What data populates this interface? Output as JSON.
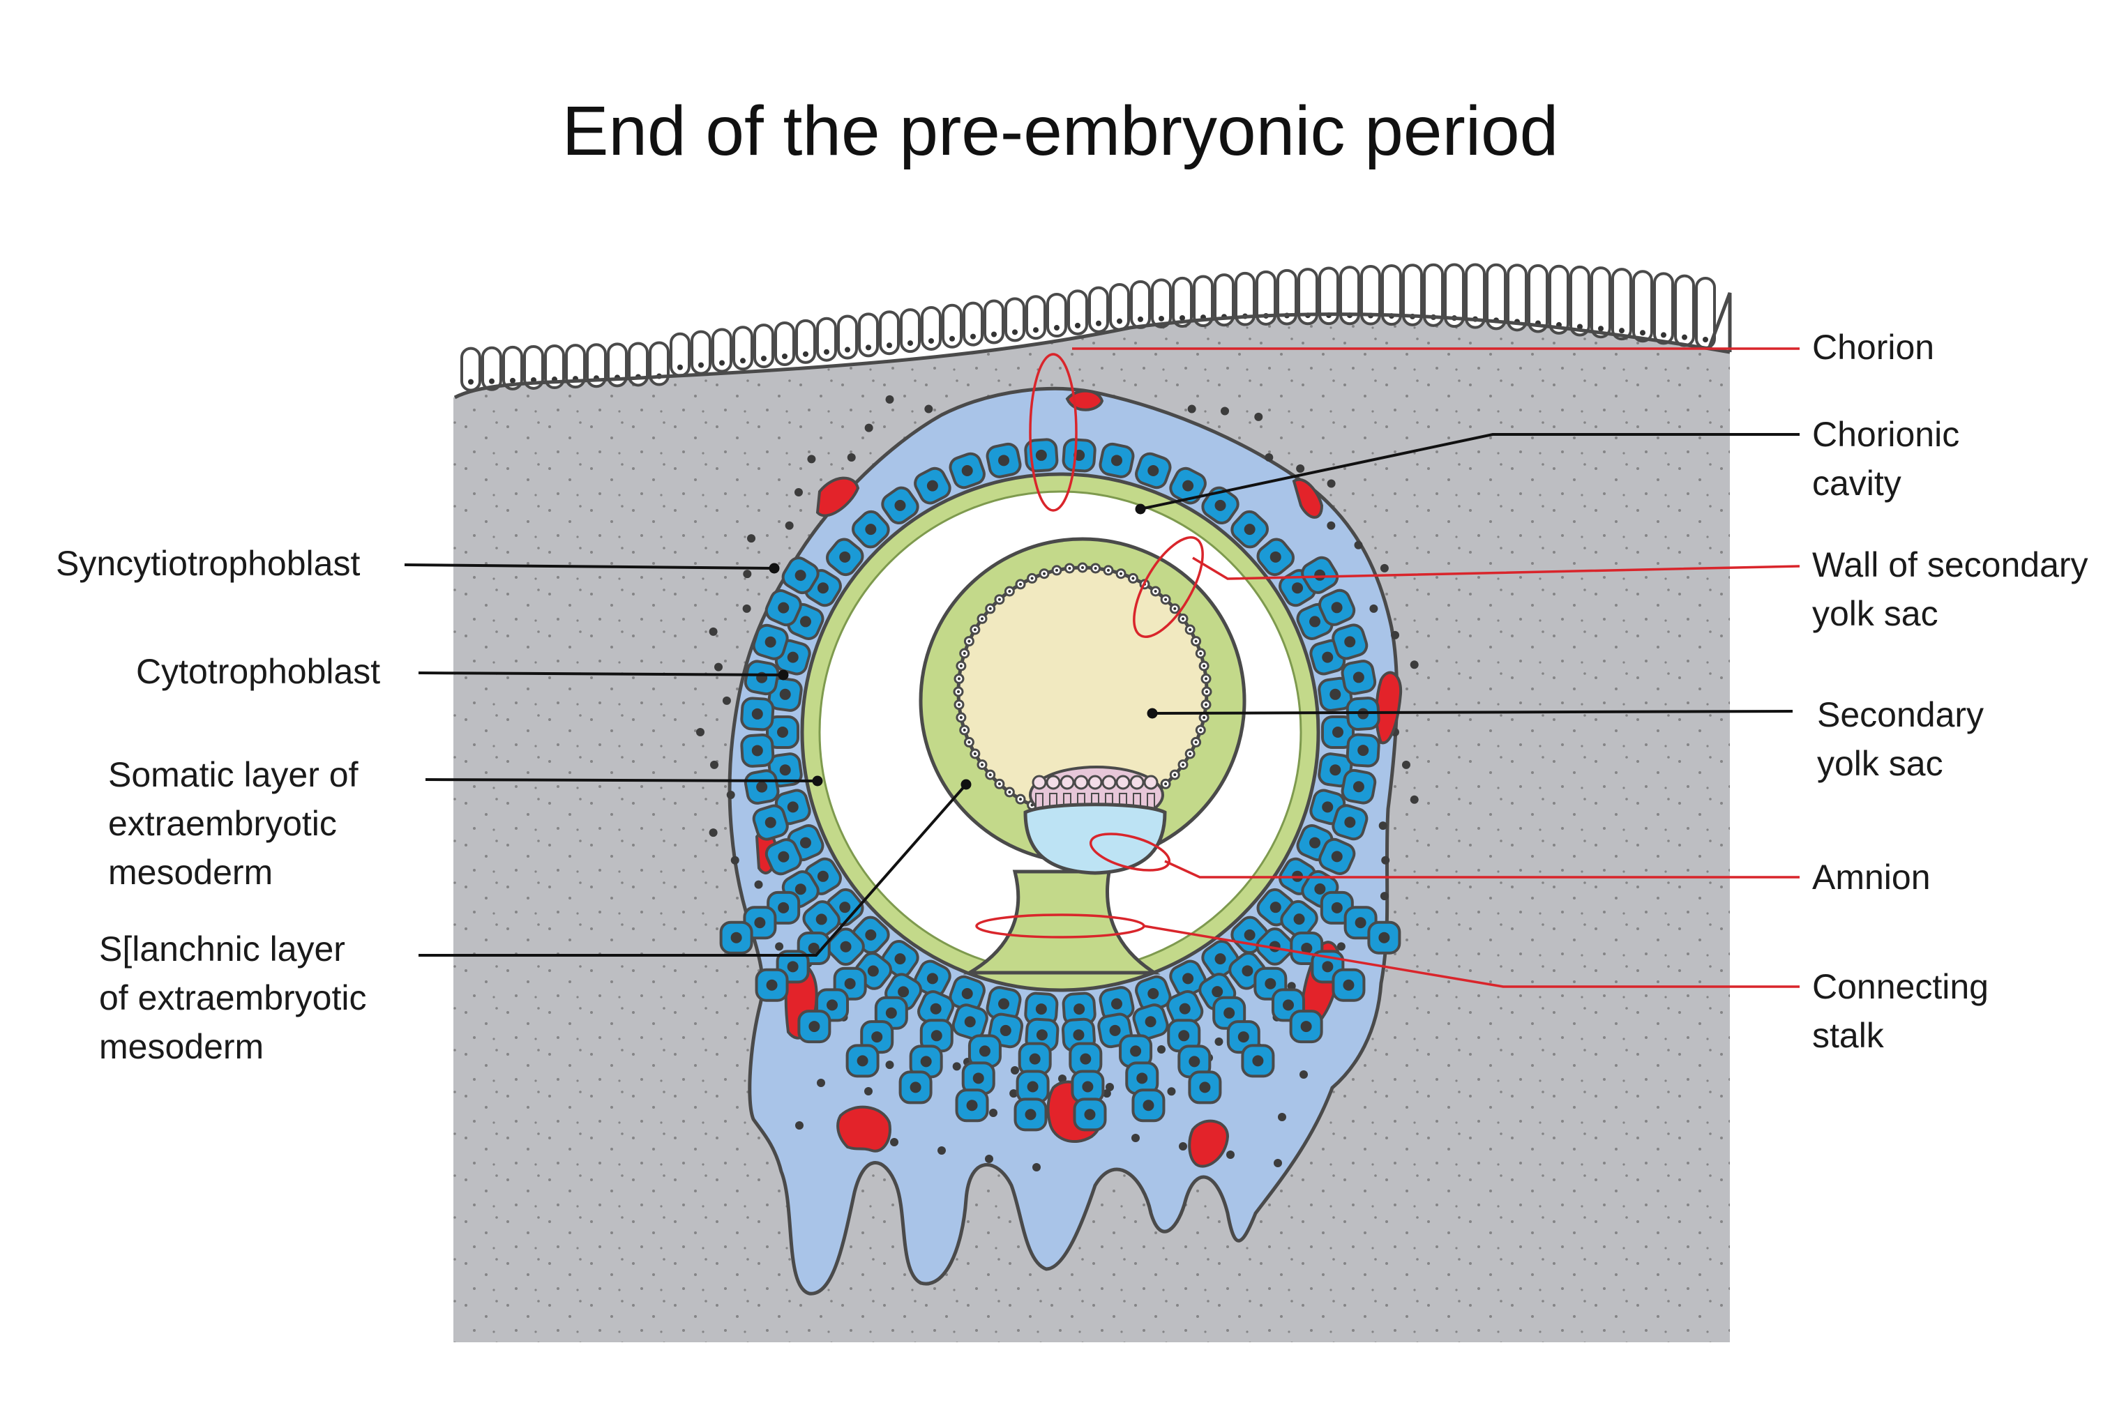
{
  "title": "End of the pre-embryonic period",
  "labels": {
    "left": {
      "syncytiotrophoblast": "Syncytiotrophoblast",
      "cytotrophoblast": "Cytotrophoblast",
      "somatic": [
        "Somatic layer of",
        "extraembryotic",
        "mesoderm"
      ],
      "splanchnic": [
        "S[lanchnic layer",
        "of extraembryotic",
        "mesoderm"
      ]
    },
    "right": {
      "chorion": "Chorion",
      "chorionic_cavity": [
        "Chorionic",
        "cavity"
      ],
      "wall_secondary_yolk_sac": [
        "Wall of secondary",
        "yolk sac"
      ],
      "secondary_yolk_sac": [
        "Secondary",
        "yolk sac"
      ],
      "amnion": "Amnion",
      "connecting_stalk": [
        "Connecting",
        "stalk"
      ]
    }
  },
  "colors": {
    "tissue_gray": "#bdbec2",
    "syncytio_blue": "#a9c4e8",
    "cyto_blue": "#1b9ad6",
    "mesoderm_green": "#c3d98a",
    "mesoderm_dark": "#7e9a4e",
    "yolk": "#f1e9c0",
    "amnion_blue": "#bde3f4",
    "lacuna_red": "#e3232a",
    "leader_red": "#d9252b",
    "leader_black": "#111111",
    "outline": "#4a4a4a"
  }
}
